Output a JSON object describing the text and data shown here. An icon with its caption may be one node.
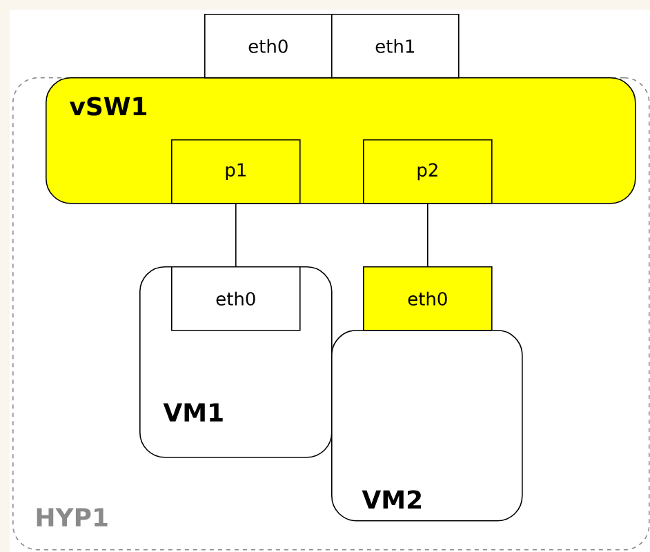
{
  "diagram": {
    "nodes": [
      {
        "text": [
          "eth0"
        ]
      },
      {
        "text": [
          "eth1"
        ]
      },
      {
        "text": [
          "HYP1"
        ]
      },
      {
        "text": [
          "vSW1"
        ],
        "in": 2
      },
      {
        "text": [
          "p1"
        ],
        "in": 3
      },
      {
        "text": [
          "p2"
        ],
        "in": 3
      },
      {
        "text": [
          "VM1"
        ],
        "in": 2
      },
      {
        "text": [
          "eth0"
        ],
        "in": 6
      },
      {
        "text": [
          "eth0"
        ],
        "in": 2
      },
      {
        "text": [
          "VM2"
        ],
        "in": 2
      }
    ],
    "edges": [
      {
        "from": 4,
        "to": 7,
        "arrow": "none"
      },
      {
        "from": 5,
        "to": 8,
        "arrow": "none"
      }
    ]
  }
}
